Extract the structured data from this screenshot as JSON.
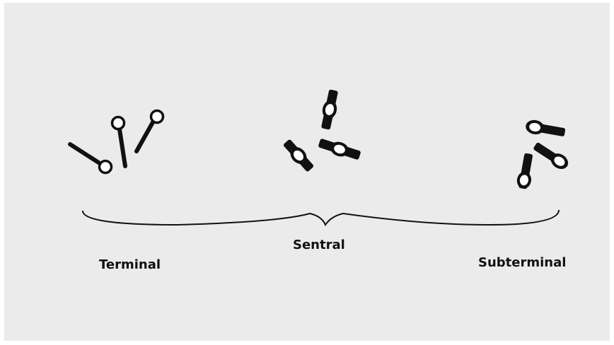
{
  "labels": {
    "terminal": "Terminal",
    "sentral": "Sentral",
    "subterminal": "Subterminal"
  },
  "colors": {
    "background": "#ebebeb",
    "ink": "#111111",
    "spore_fill": "#ffffff"
  }
}
